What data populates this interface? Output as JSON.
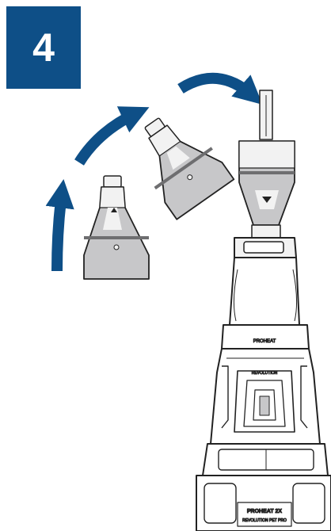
{
  "step": {
    "number": "4",
    "badge_color": "#0e4f87",
    "text_color": "#ffffff"
  },
  "colors": {
    "arrow": "#0e4f87",
    "outline": "#222222",
    "bottle_fill": "#c7c7c9",
    "bottle_light": "#f2f2f2",
    "band": "#6e6e70"
  },
  "machine": {
    "brand_label": "PROHEAT",
    "brand_subtitle": "REVOLUTION",
    "model_label": "PROHEAT 2X",
    "model_sublabel": "REVOLUTION PET PRO"
  },
  "icons": [
    "curved-arrow-up",
    "curved-arrow-right",
    "curved-arrow-down",
    "formula-bottle",
    "carpet-cleaner"
  ]
}
